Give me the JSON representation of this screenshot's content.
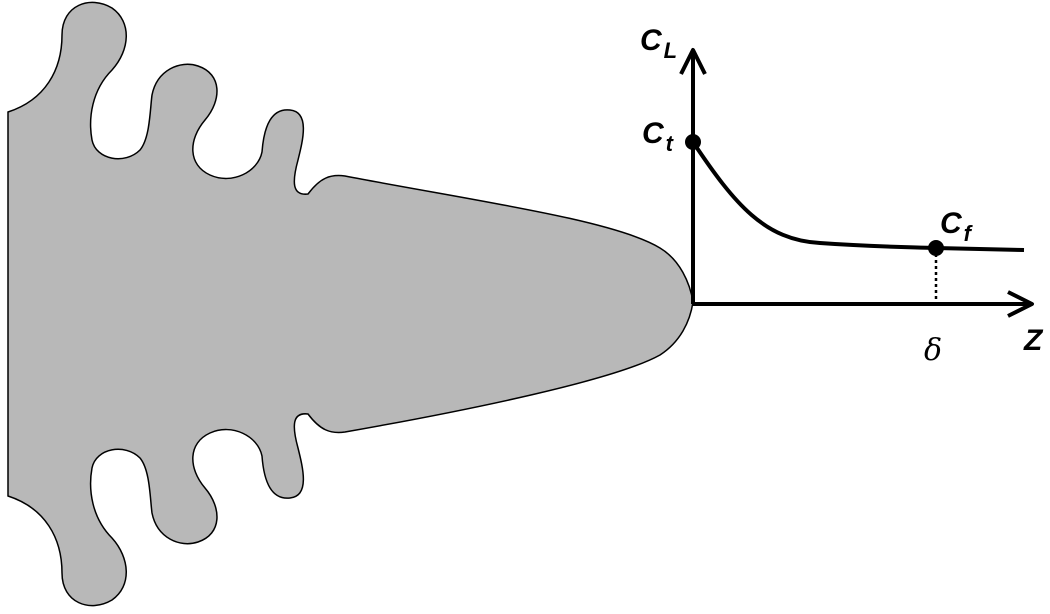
{
  "colors": {
    "dendrite_fill": "#b8b8b8",
    "dendrite_stroke": "#000000",
    "axis": "#000000",
    "curve": "#000000",
    "background": "#ffffff"
  },
  "labels": {
    "y_axis_main": "C",
    "y_axis_sub": "L",
    "tip_main": "C",
    "tip_sub": "t",
    "far_main": "C",
    "far_sub": "f",
    "x_axis": "Z",
    "boundary": "δ"
  }
}
